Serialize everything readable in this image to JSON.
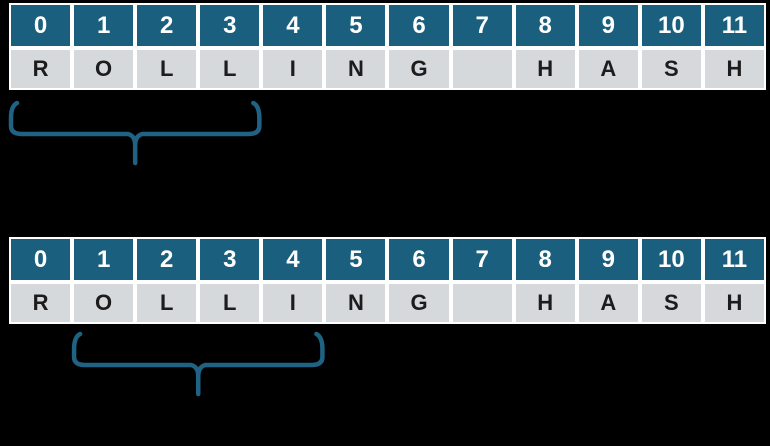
{
  "colors": {
    "background": "#000000",
    "index_cell_bg": "#1B5F7E",
    "char_cell_bg": "#D6D9DB",
    "cell_border": "#FFFFFF",
    "index_text": "#FFFFFF",
    "char_text": "#1C1C1C",
    "brace": "#1F6284"
  },
  "string_shown": "ROLLING HASH",
  "diagrams": [
    {
      "indices": [
        "0",
        "1",
        "2",
        "3",
        "4",
        "5",
        "6",
        "7",
        "8",
        "9",
        "10",
        "11"
      ],
      "letters": [
        "R",
        "O",
        "L",
        "L",
        "I",
        "N",
        "G",
        "",
        "H",
        "A",
        "S",
        "H"
      ],
      "brace": {
        "start_index": 0,
        "end_index": 3
      }
    },
    {
      "indices": [
        "0",
        "1",
        "2",
        "3",
        "4",
        "5",
        "6",
        "7",
        "8",
        "9",
        "10",
        "11"
      ],
      "letters": [
        "R",
        "O",
        "L",
        "L",
        "I",
        "N",
        "G",
        "",
        "H",
        "A",
        "S",
        "H"
      ],
      "brace": {
        "start_index": 1,
        "end_index": 4
      }
    }
  ]
}
